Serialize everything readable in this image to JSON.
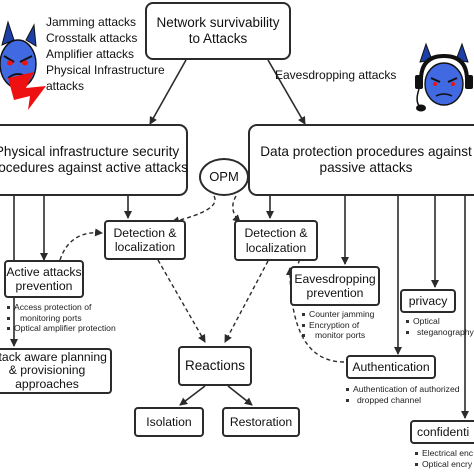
{
  "diagram": {
    "top": {
      "line1": "Network survivability",
      "line2": "to Attacks"
    },
    "active_attacks": [
      "Jamming attacks",
      "Crosstalk attacks",
      "Amplifier attacks",
      "Physical Infrastructure",
      "attacks"
    ],
    "eavesdropping_attacks": "Eavesdropping  attacks",
    "physical_security": {
      "line1": "Physical infrastructure security",
      "line2": "procedures against active attacks"
    },
    "data_protection": {
      "line1": "Data protection procedures against",
      "line2": "passive attacks"
    },
    "opm": "OPM",
    "detection_left": {
      "line1": "Detection &",
      "line2": "localization"
    },
    "detection_right": {
      "line1": "Detection &",
      "line2": "localization"
    },
    "active_prevention": {
      "line1": "Active attacks",
      "line2": "prevention"
    },
    "active_prevention_bullets": [
      "Access protection of",
      "monitoring ports",
      "Optical amplifier protection"
    ],
    "eaves_prevention": {
      "line1": "Eavesdropping",
      "line2": "prevention"
    },
    "eaves_prevention_bullets": [
      "Counter jamming",
      "Encryption of",
      "monitor ports"
    ],
    "privacy": "privacy",
    "privacy_bullets": [
      "Optical",
      "steganography"
    ],
    "attack_aware": {
      "line1": "Attack aware planning",
      "line2": "& provisioning",
      "line3": "approaches"
    },
    "reactions": "Reactions",
    "isolation": "Isolation",
    "restoration": "Restoration",
    "authentication": "Authentication",
    "authentication_bullets": [
      "Authentication of authorized",
      "dropped channel"
    ],
    "confidentiality": "confidenti",
    "confidentiality_bullets": [
      "Electrical enc",
      "Optical encry"
    ]
  },
  "colors": {
    "attacker_face": "#4169e1",
    "lightning": "#ee1111",
    "line": "#2b2b2b"
  },
  "icons": [
    "devil-attacker-icon",
    "lightning-bolt-icon",
    "eavesdropper-headphones-icon"
  ]
}
